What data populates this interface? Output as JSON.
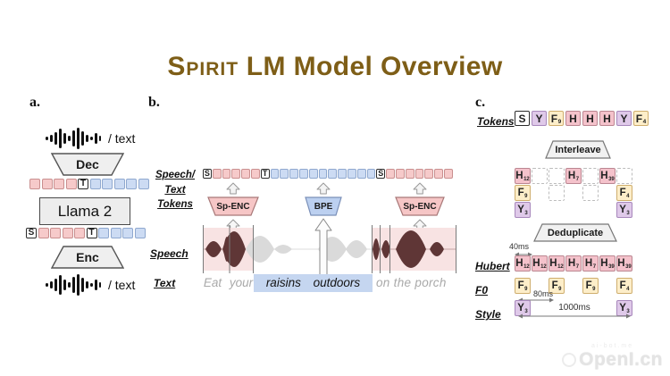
{
  "title": {
    "lead": "Spirit",
    "rest": " LM Model Overview"
  },
  "watermark": {
    "small": "ai-bot.me",
    "main": "OpenI.cn"
  },
  "colors": {
    "title": "#7e5e17",
    "token_pink": "#f6caca",
    "token_blue": "#ccdbf3",
    "token_lavender": "#dfc9e9",
    "token_cream": "#fdeec9",
    "speech_band_pink": "#f8e3e3",
    "text_highlight_blue": "#c5d6f0"
  },
  "panel_a": {
    "label": "a.",
    "io_top": "/ text",
    "io_bottom": "/ text",
    "dec": "Dec",
    "enc": "Enc",
    "core": "Llama 2",
    "row_top": [
      {
        "c": "pink"
      },
      {
        "c": "pink"
      },
      {
        "c": "pink"
      },
      {
        "c": "pink"
      },
      {
        "t": "T",
        "c": "white"
      },
      {
        "c": "blue"
      },
      {
        "c": "blue"
      },
      {
        "c": "blue"
      },
      {
        "c": "blue"
      },
      {
        "c": "blue"
      }
    ],
    "row_bottom": [
      {
        "t": "S",
        "c": "white"
      },
      {
        "c": "pink"
      },
      {
        "c": "pink"
      },
      {
        "c": "pink"
      },
      {
        "c": "pink"
      },
      {
        "t": "T",
        "c": "white"
      },
      {
        "c": "blue"
      },
      {
        "c": "blue"
      },
      {
        "c": "blue"
      },
      {
        "c": "blue"
      }
    ]
  },
  "panel_b": {
    "label": "b.",
    "side_label_lines": [
      "Speech/",
      "Text",
      "Tokens"
    ],
    "speech_label": "Speech",
    "text_label": "Text",
    "token_row": [
      {
        "t": "S",
        "c": "white"
      },
      {
        "c": "pink"
      },
      {
        "c": "pink"
      },
      {
        "c": "pink"
      },
      {
        "c": "pink"
      },
      {
        "c": "pink"
      },
      {
        "t": "T",
        "c": "white"
      },
      {
        "c": "blue"
      },
      {
        "c": "blue"
      },
      {
        "c": "blue"
      },
      {
        "c": "blue"
      },
      {
        "c": "blue"
      },
      {
        "c": "blue"
      },
      {
        "c": "blue"
      },
      {
        "c": "blue"
      },
      {
        "c": "blue"
      },
      {
        "c": "blue"
      },
      {
        "c": "blue"
      },
      {
        "t": "S",
        "c": "white"
      },
      {
        "c": "pink"
      },
      {
        "c": "pink"
      },
      {
        "c": "pink"
      },
      {
        "c": "pink"
      },
      {
        "c": "pink"
      },
      {
        "c": "pink"
      },
      {
        "c": "pink"
      }
    ],
    "enc_left": "Sp-ENC",
    "enc_mid": "BPE",
    "enc_right": "Sp-ENC",
    "transcript": {
      "gray_left": "Eat your",
      "hl_1": "raisins",
      "hl_2": "outdoors",
      "gray_right": "on the porch"
    }
  },
  "panel_c": {
    "label": "c.",
    "tokens_label": "Tokens",
    "token_row": [
      {
        "t": "S",
        "c": "white"
      },
      {
        "t": "Y",
        "c": "lav"
      },
      {
        "t": "F",
        "sub": "9",
        "c": "cream"
      },
      {
        "t": "H",
        "c": "hpink"
      },
      {
        "t": "H",
        "c": "hpink"
      },
      {
        "t": "H",
        "c": "hpink"
      },
      {
        "t": "Y",
        "c": "lav"
      },
      {
        "t": "F",
        "sub": "4",
        "c": "cream"
      }
    ],
    "interleave": "Interleave",
    "deduplicate": "Deduplicate",
    "grid_row_h": [
      {
        "t": "H",
        "sub": "12",
        "c": "hpink"
      },
      {
        "c": "dash"
      },
      {
        "c": "dash"
      },
      {
        "t": "H",
        "sub": "7",
        "c": "hpink"
      },
      {
        "c": "dash"
      },
      {
        "t": "H",
        "sub": "39",
        "c": "hpink"
      },
      {
        "c": "dash"
      }
    ],
    "grid_row_f": [
      {
        "t": "F",
        "sub": "9",
        "c": "cream"
      },
      {
        "c": "empty"
      },
      {
        "c": "dash"
      },
      {
        "c": "empty"
      },
      {
        "c": "dash"
      },
      {
        "c": "empty"
      },
      {
        "t": "F",
        "sub": "4",
        "c": "cream"
      }
    ],
    "grid_row_y": [
      {
        "t": "Y",
        "sub": "3",
        "c": "lav"
      },
      {
        "c": "empty"
      },
      {
        "c": "empty"
      },
      {
        "c": "empty"
      },
      {
        "c": "empty"
      },
      {
        "c": "empty"
      },
      {
        "t": "Y",
        "sub": "3",
        "c": "lav"
      }
    ],
    "hubert_label": "Hubert",
    "hubert_row": [
      {
        "t": "H",
        "sub": "12",
        "c": "hpink"
      },
      {
        "t": "H",
        "sub": "12",
        "c": "hpink"
      },
      {
        "t": "H",
        "sub": "12",
        "c": "hpink"
      },
      {
        "t": "H",
        "sub": "7",
        "c": "hpink"
      },
      {
        "t": "H",
        "sub": "7",
        "c": "hpink"
      },
      {
        "t": "H",
        "sub": "39",
        "c": "hpink"
      },
      {
        "t": "H",
        "sub": "39",
        "c": "hpink"
      }
    ],
    "f0_label": "F0",
    "f0_row": [
      {
        "t": "F",
        "sub": "9",
        "c": "cream"
      },
      {
        "c": "empty"
      },
      {
        "t": "F",
        "sub": "9",
        "c": "cream"
      },
      {
        "c": "empty"
      },
      {
        "t": "F",
        "sub": "9",
        "c": "cream"
      },
      {
        "c": "empty"
      },
      {
        "t": "F",
        "sub": "4",
        "c": "cream"
      }
    ],
    "style_label": "Style",
    "style_row": [
      {
        "t": "Y",
        "sub": "3",
        "c": "lav"
      },
      {
        "c": "empty"
      },
      {
        "c": "empty"
      },
      {
        "c": "empty"
      },
      {
        "c": "empty"
      },
      {
        "c": "empty"
      },
      {
        "t": "Y",
        "sub": "3",
        "c": "lav"
      }
    ],
    "t40": "40ms",
    "t80": "80ms",
    "t1000": "1000ms"
  }
}
